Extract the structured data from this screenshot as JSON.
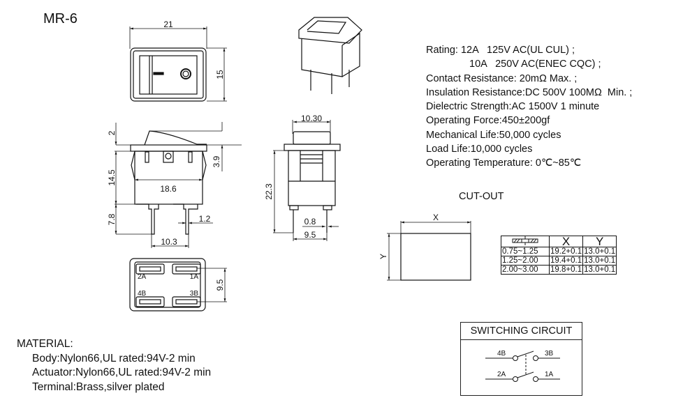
{
  "model": "MR-6",
  "specs": {
    "lines": [
      "Rating: 12A   125V AC(UL CUL) ;",
      "10A   250V AC(ENEC CQC) ;",
      "Contact Resistance: 20mΩ Max. ;",
      "Insulation Resistance:DC 500V 100MΩ  Min. ;",
      "Dielectric Strength:AC 1500V 1 minute",
      "Operating Force:450±200gf",
      "Mechanical Life:50,000 cycles",
      "Load Life:10,000 cycles",
      "Operating Temperature: 0℃~85℃"
    ]
  },
  "dimensions": {
    "top_width": "21",
    "top_height": "15",
    "actuator_height": "2",
    "flange_to_clip": "3.9",
    "body_height": "14.5",
    "body_width": "18.6",
    "terminal_length": "7.8",
    "terminal_width": "1.2",
    "terminal_pitch_front": "10.3",
    "side_width": "10.30",
    "side_height": "22.3",
    "side_terminal_thickness": "0.8",
    "side_terminal_pitch": "9.5",
    "bottom_pitch": "9.5"
  },
  "terminals": [
    "2A",
    "1A",
    "4B",
    "3B"
  ],
  "cutout": {
    "title": "CUT-OUT",
    "x_label": "X",
    "y_label": "Y",
    "table": {
      "headers": [
        "",
        "X",
        "Y"
      ],
      "rows": [
        [
          "0.75~1.25",
          "19.2+0.1",
          "13.0+0.1"
        ],
        [
          "1.25~2.00",
          "19.4+0.1",
          "13.0+0.1"
        ],
        [
          "2.00~3.00",
          "19.8+0.1",
          "13.0+0.1"
        ]
      ]
    }
  },
  "material": {
    "title": "MATERIAL:",
    "lines": [
      "Body:Nylon66,UL rated:94V-2 min",
      "Actuator:Nylon66,UL rated:94V-2 min",
      "Terminal:Brass,silver plated"
    ]
  },
  "circuit": {
    "title": "SWITCHING CIRCUIT",
    "labels": {
      "t4b": "4B",
      "t3b": "3B",
      "t2a": "2A",
      "t1a": "1A"
    }
  }
}
